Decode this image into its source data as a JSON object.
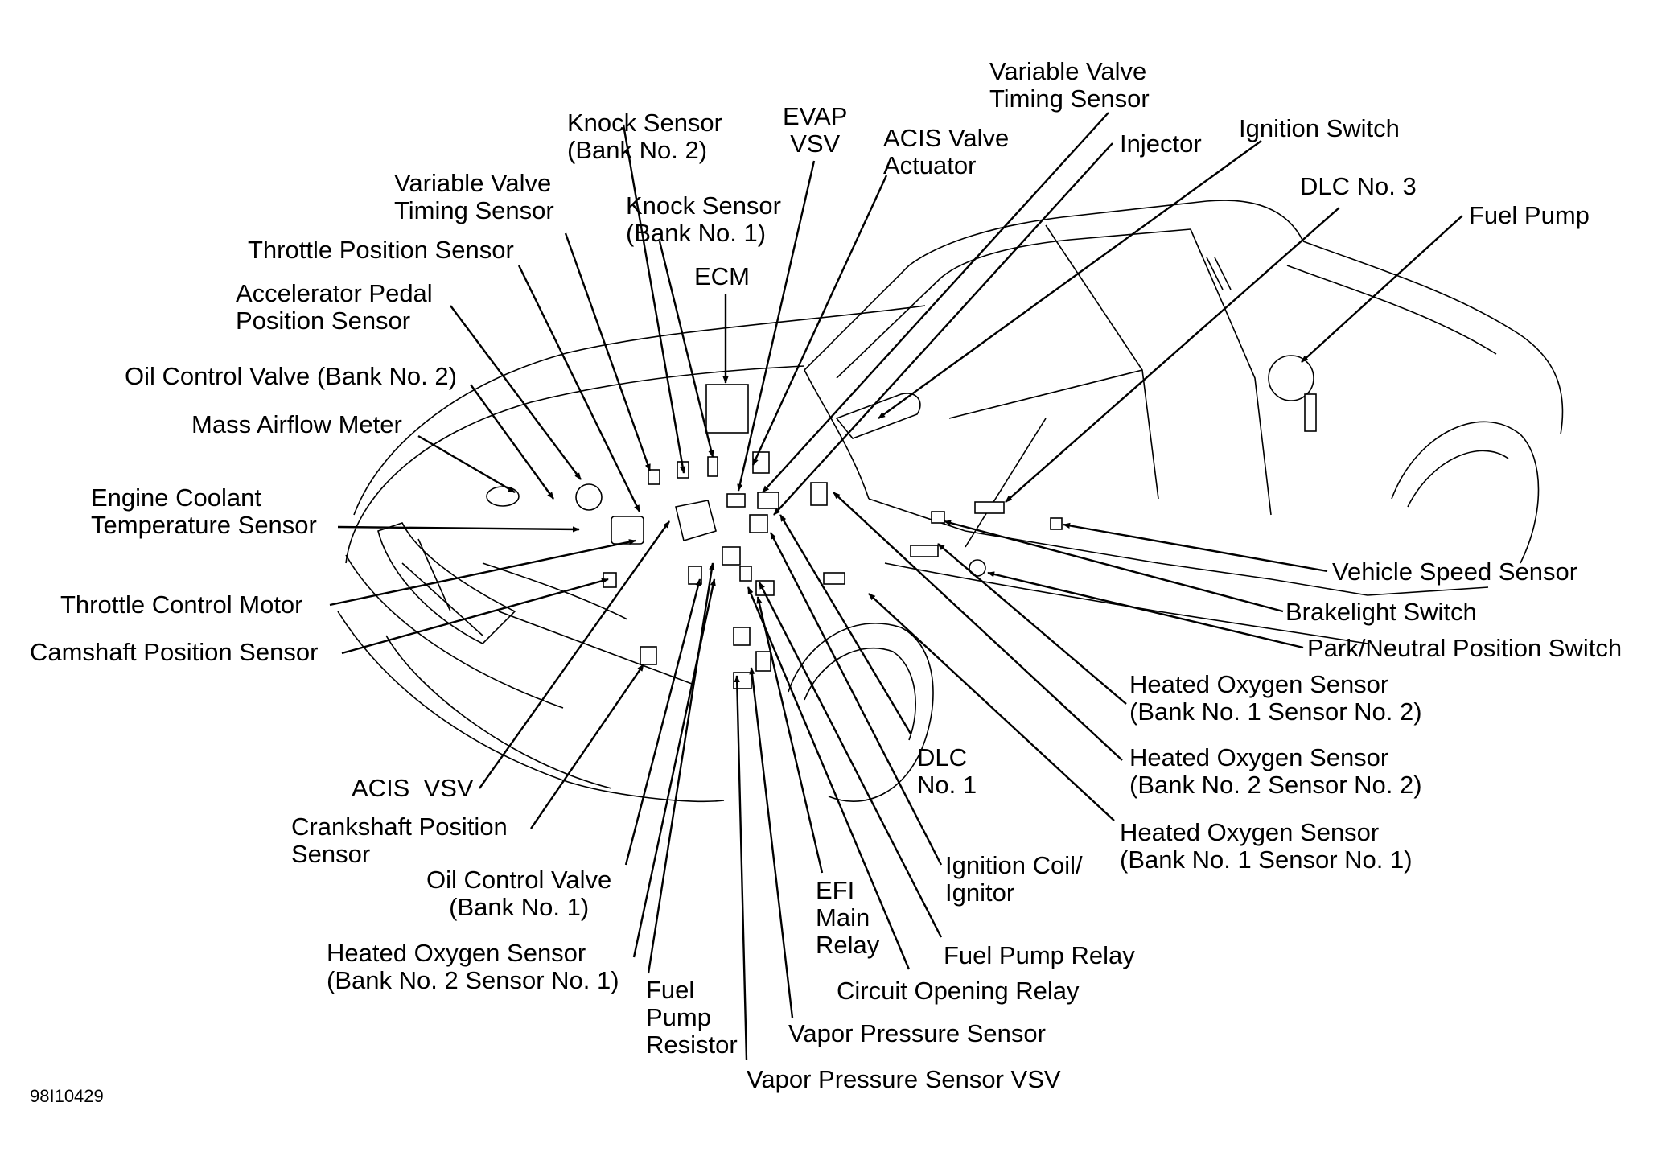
{
  "figure_id": "98I10429",
  "labels": {
    "knock_sensor_bank2": "Knock Sensor\n(Bank No. 2)",
    "evap_vsv": "EVAP\nVSV",
    "variable_valve_timing_sensor_top": "Variable Valve\nTiming Sensor",
    "injector": "Injector",
    "ignition_switch": "Ignition Switch",
    "acis_valve_actuator": "ACIS Valve\nActuator",
    "dlc_no3": "DLC No. 3",
    "fuel_pump": "Fuel Pump",
    "variable_valve_timing_sensor_left": "Variable Valve\nTiming Sensor",
    "knock_sensor_bank1": "Knock Sensor\n(Bank No. 1)",
    "throttle_position_sensor": "Throttle Position Sensor",
    "ecm": "ECM",
    "accelerator_pedal_position_sensor": "Accelerator Pedal\nPosition Sensor",
    "oil_control_valve_bank2": "Oil Control Valve (Bank No. 2)",
    "mass_airflow_meter": "Mass Airflow Meter",
    "engine_coolant_temperature_sensor": "Engine Coolant\nTemperature Sensor",
    "throttle_control_motor": "Throttle Control Motor",
    "camshaft_position_sensor": "Camshaft Position Sensor",
    "vehicle_speed_sensor": "Vehicle Speed Sensor",
    "brakelight_switch": "Brakelight Switch",
    "park_neutral_position_switch": "Park/Neutral Position Switch",
    "ho2s_b1s2": "Heated Oxygen Sensor\n(Bank No. 1 Sensor No. 2)",
    "ho2s_b2s2": "Heated Oxygen Sensor\n(Bank No. 2 Sensor No. 2)",
    "ho2s_b1s1": "Heated Oxygen Sensor\n(Bank No. 1 Sensor No. 1)",
    "acis_vsv": "ACIS  VSV",
    "crankshaft_position_sensor": "Crankshaft Position\nSensor",
    "dlc_no1": "DLC\nNo. 1",
    "oil_control_valve_bank1": "Oil Control Valve\n(Bank No. 1)",
    "efi_main_relay": "EFI\nMain\nRelay",
    "ignition_coil_ignitor": "Ignition Coil/\nIgnitor",
    "ho2s_b2s1": "Heated Oxygen Sensor\n(Bank No. 2 Sensor No. 1)",
    "fuel_pump_relay": "Fuel Pump Relay",
    "fuel_pump_resistor": "Fuel\nPump\nResistor",
    "circuit_opening_relay": "Circuit Opening Relay",
    "vapor_pressure_sensor": "Vapor Pressure Sensor",
    "vapor_pressure_sensor_vsv": "Vapor Pressure Sensor VSV"
  }
}
